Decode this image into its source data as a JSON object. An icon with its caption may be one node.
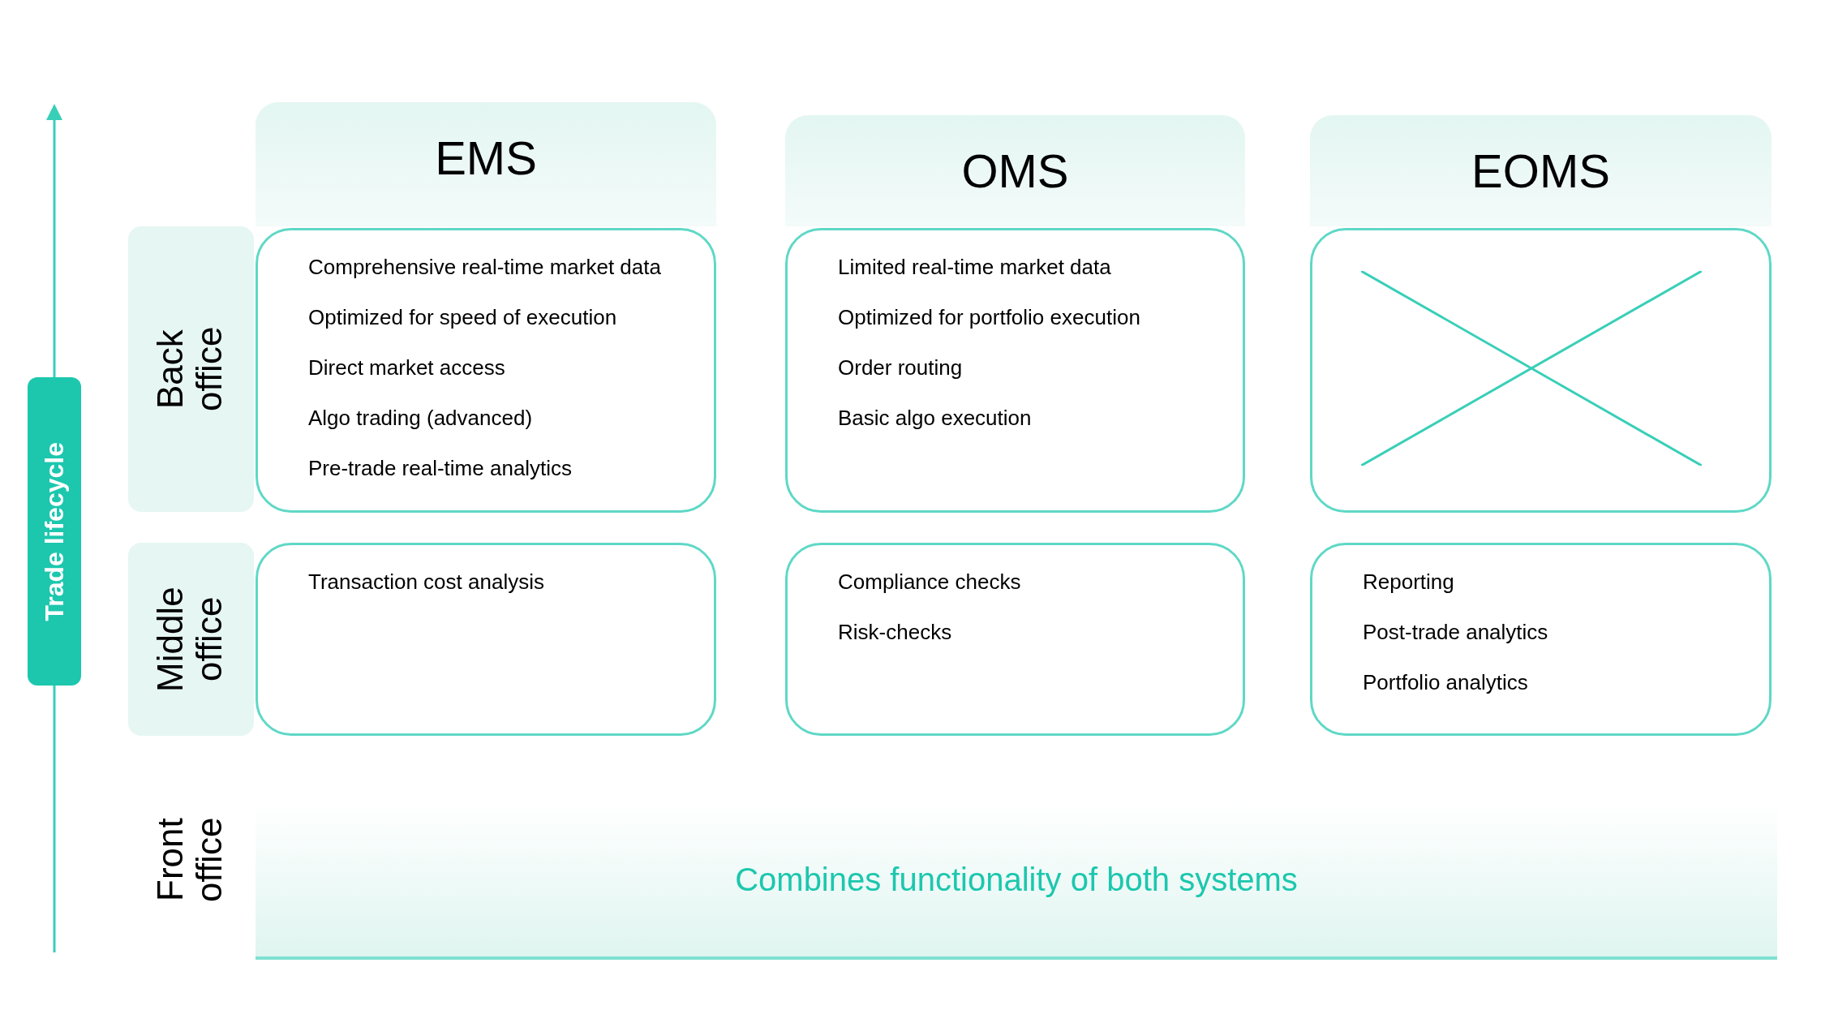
{
  "diagram": {
    "nodes": [
      {
        "text": [
          "Trade lifecycle"
        ]
      },
      {
        "text": [
          "EMS"
        ]
      },
      {
        "text": [
          "OMS"
        ]
      },
      {
        "text": [
          "EOMS"
        ]
      },
      {
        "text": [
          "Back office"
        ]
      },
      {
        "text": [
          "Middle office"
        ]
      },
      {
        "text": [
          "Combines functionality of both systems"
        ]
      },
      {
        "text": [
          "Comprehensive real-time market data",
          "Optimized for speed of execution",
          "Direct market access",
          "Algo trading (advanced)",
          "Pre-trade real-time analytics"
        ]
      },
      {
        "text": [
          "Limited real-time market data",
          "Optimized for portfolio execution",
          "Order routing",
          "Basic algo execution"
        ]
      },
      {
        "text": [],
        "shape": "box"
      },
      {
        "text": [
          "Transaction cost analysis"
        ]
      },
      {
        "text": [
          "Compliance checks",
          "Risk-checks"
        ]
      },
      {
        "text": [
          "Reporting",
          "Post-trade analytics",
          "Portfolio analytics"
        ]
      }
    ],
    "labels": [
      "Front office"
    ]
  }
}
